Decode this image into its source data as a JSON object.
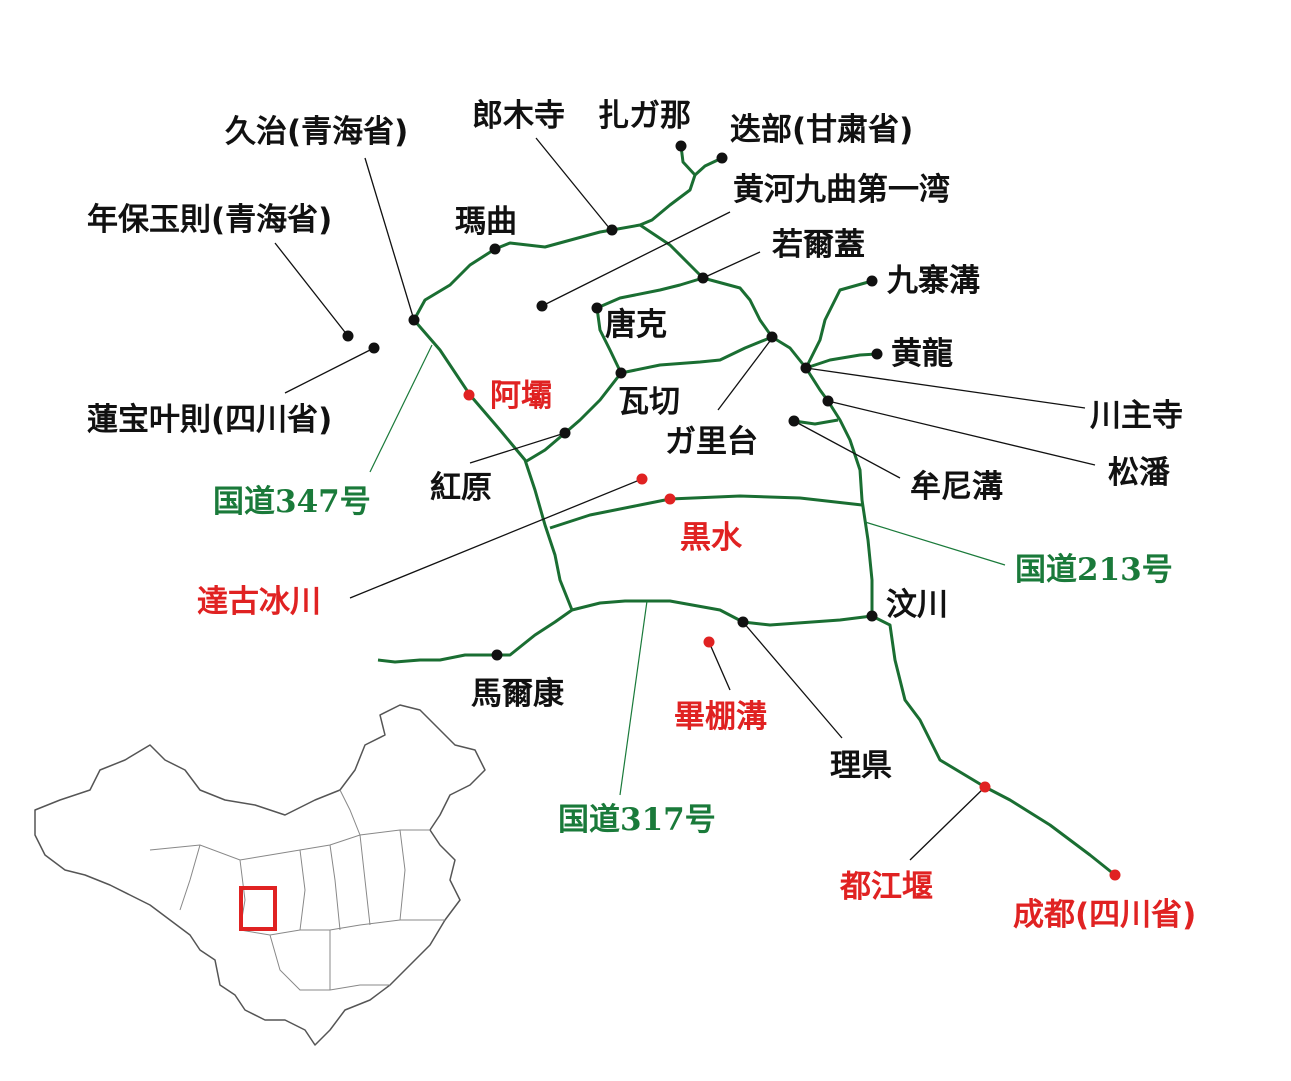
{
  "colors": {
    "road": "#1a6e32",
    "highlight": "#e02222",
    "route_label": "#1a7a3a"
  },
  "places": {
    "jiuzhi": "久治(青海省)",
    "langmusi": "郎木寺",
    "zhagana": "扎ガ那",
    "diebu": "迭部(甘粛省)",
    "nianbao": "年保玉則(青海省)",
    "maqu": "瑪曲",
    "huanghe": "黄河九曲第一湾",
    "ruoergai": "若爾蓋",
    "jiuzhaigou": "九寨溝",
    "tangke": "唐克",
    "huanglong": "黄龍",
    "lianbao": "蓮宝叶則(四川省)",
    "aba": "阿壩",
    "waqie": "瓦切",
    "galitai": "ガ里台",
    "chuanzhusi": "川主寺",
    "songpan": "松潘",
    "hongyuan": "紅原",
    "mounigou": "牟尼溝",
    "heishui": "黒水",
    "dagu": "達古冰川",
    "wenchuan": "汶川",
    "maerkang": "馬爾康",
    "bipenggou": "畢棚溝",
    "lixian": "理県",
    "dujiangyan": "都江堰",
    "chengdu": "成都(四川省)"
  },
  "routes": {
    "g347": "国道347号",
    "g213": "国道213号",
    "g317": "国道317号"
  }
}
